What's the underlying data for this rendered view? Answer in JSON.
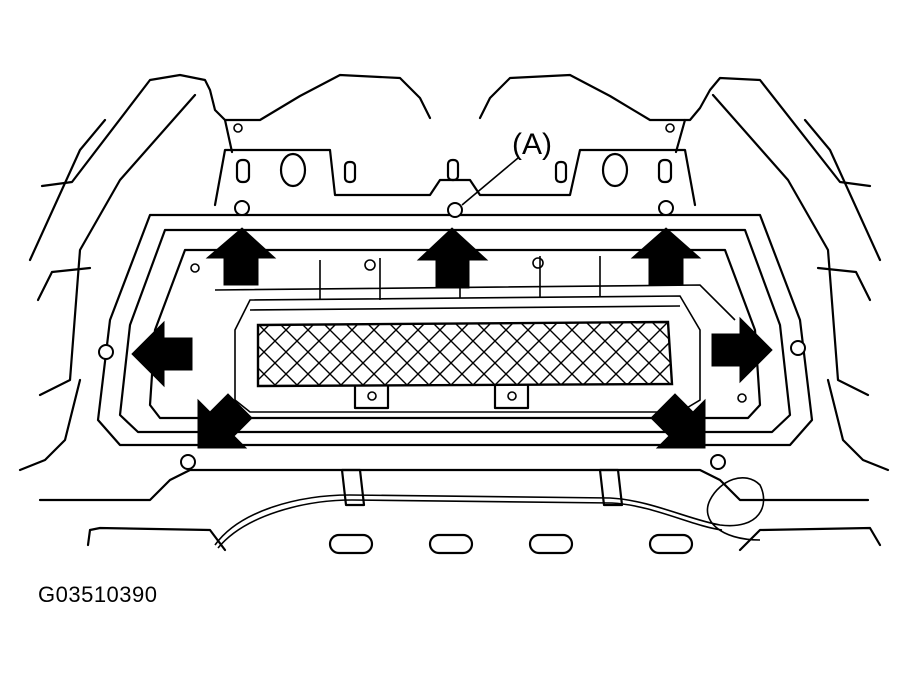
{
  "figure": {
    "callout_label": "(A)",
    "figure_id": "G03510390",
    "removal_arrows": [
      {
        "direction": "up"
      },
      {
        "direction": "up"
      },
      {
        "direction": "up"
      },
      {
        "direction": "left"
      },
      {
        "direction": "right"
      },
      {
        "direction": "down-left"
      },
      {
        "direction": "down-right"
      }
    ],
    "fastener_count": 7
  }
}
